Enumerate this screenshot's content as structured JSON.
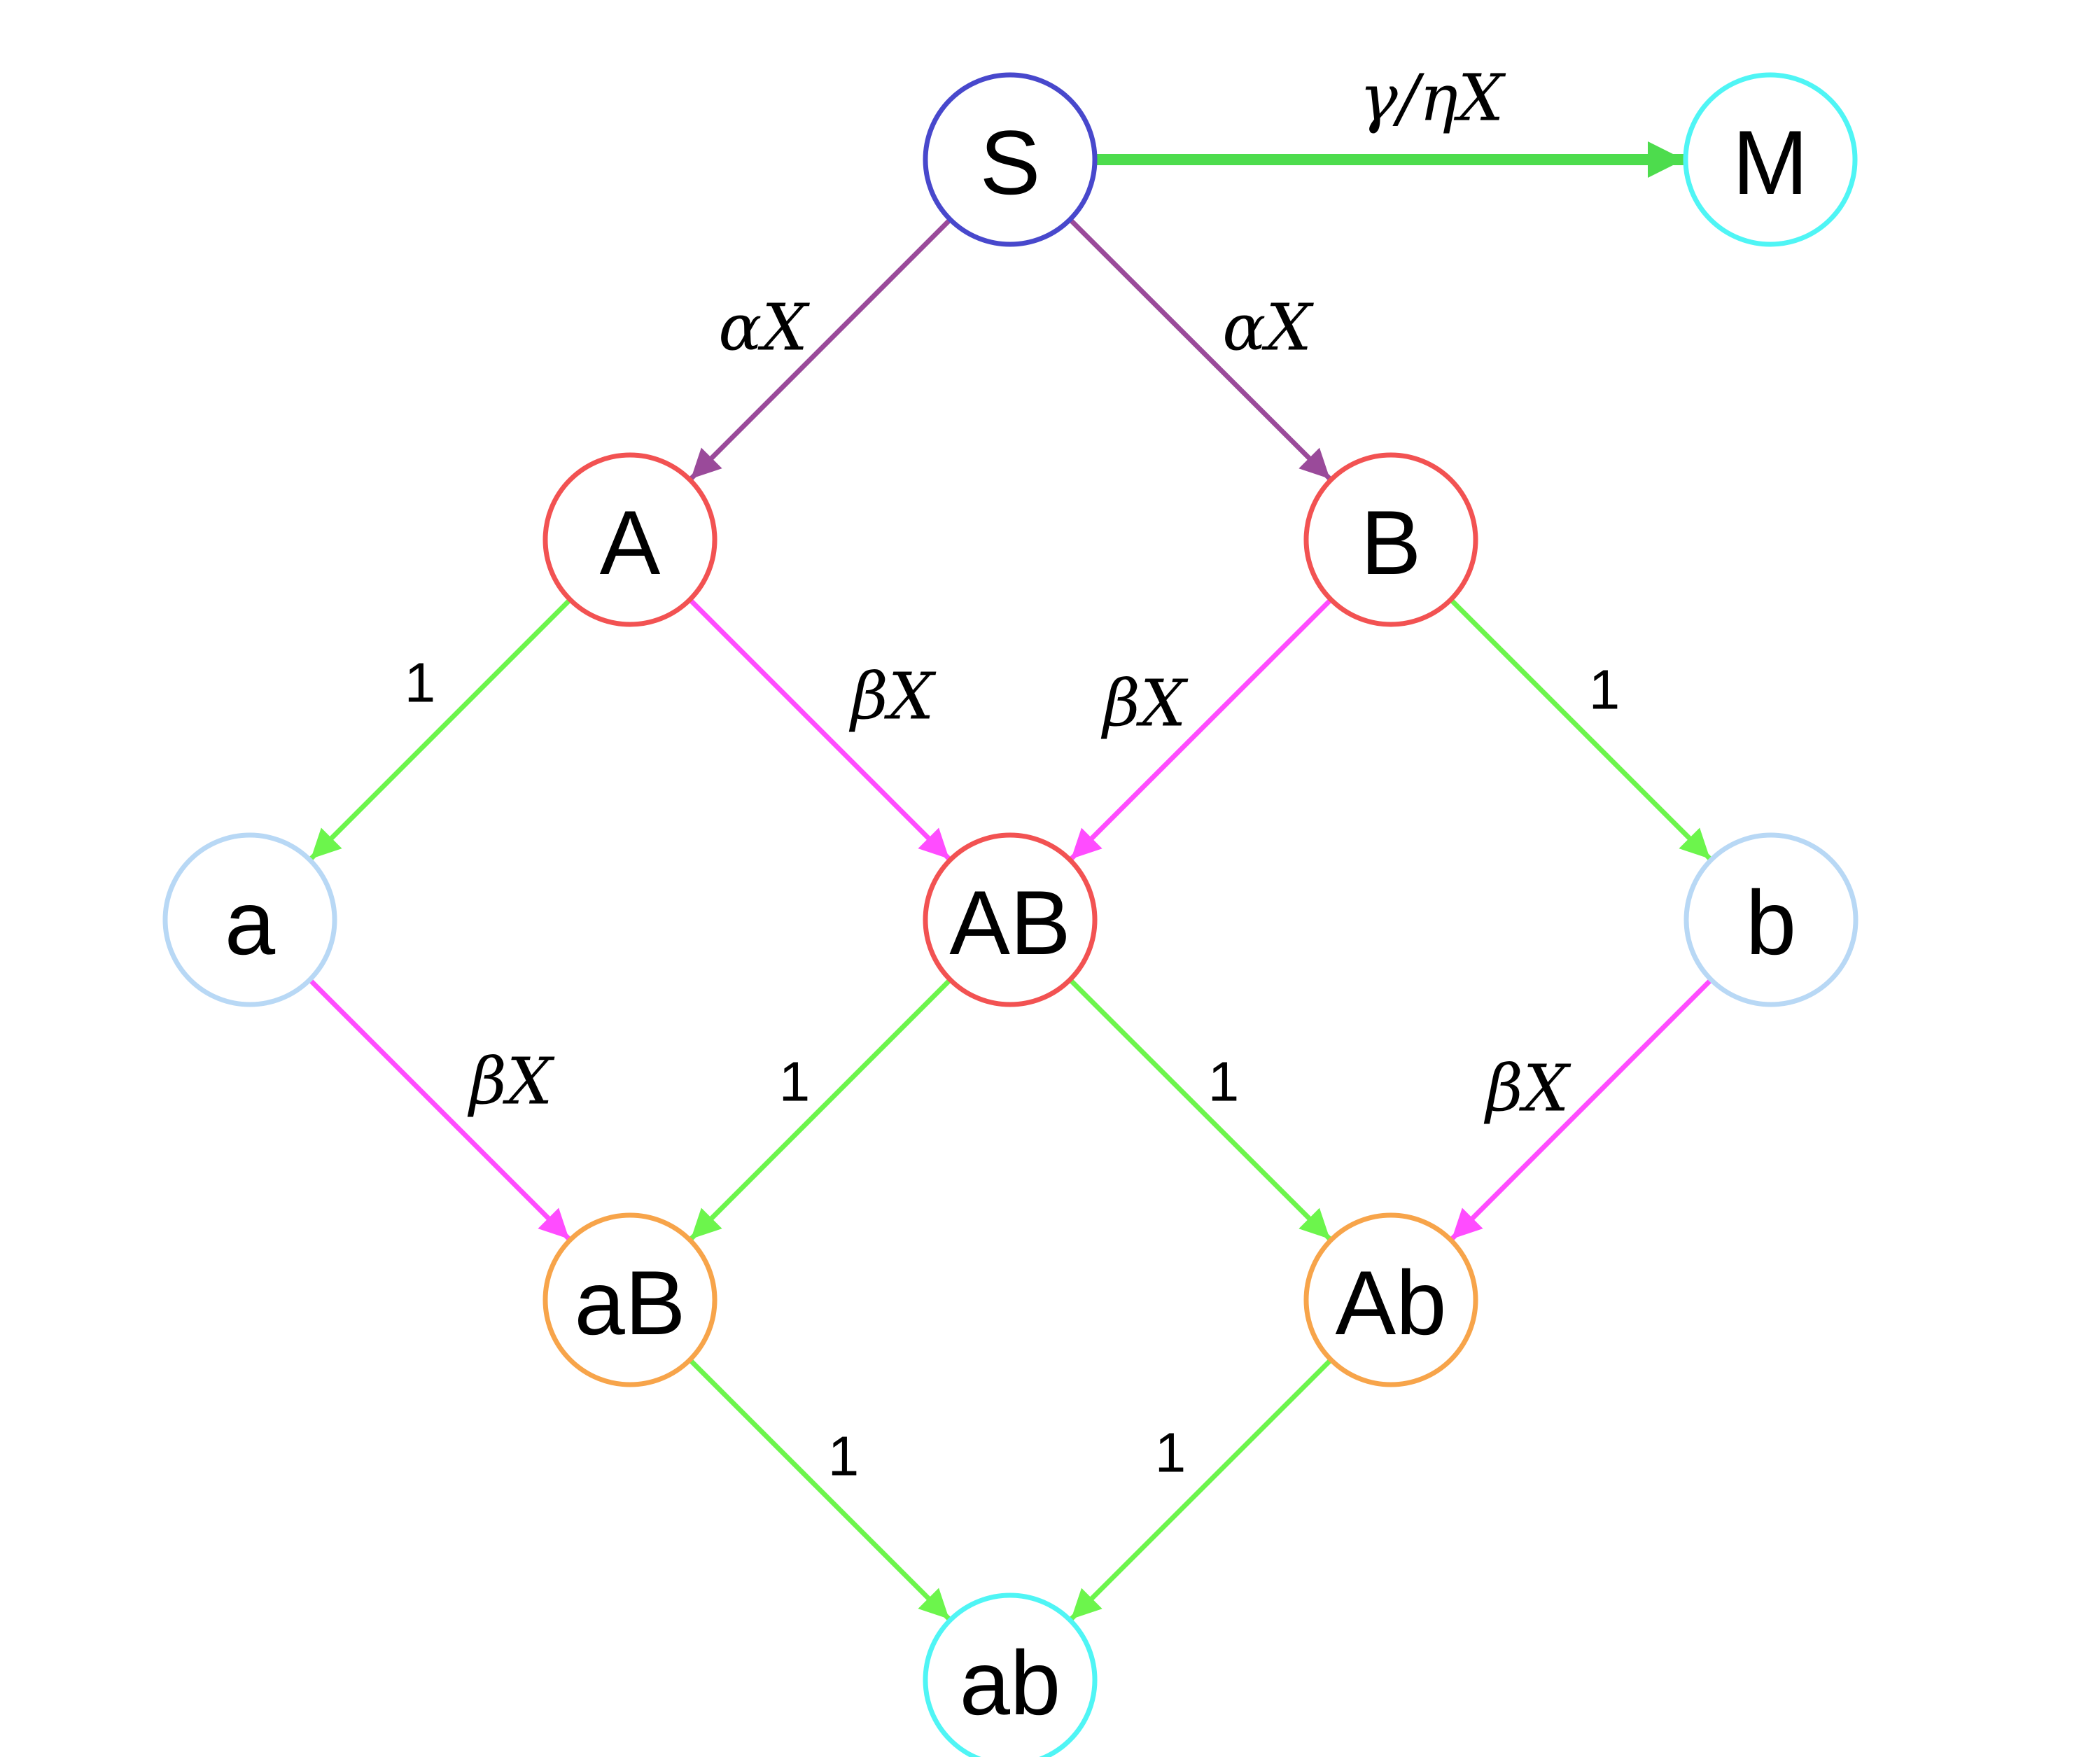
{
  "colors": {
    "source_node": "#4848cc",
    "intermediate_node": "#f25252",
    "single_node": "#b8d8f5",
    "double_node": "#f7a44a",
    "terminal_node": "#4ff5f5",
    "edge_alpha": "#9a4a9a",
    "edge_beta": "#ff4cff",
    "edge_unit": "#6cf54c",
    "edge_gamma": "#4ddc4d"
  },
  "nodes": [
    {
      "id": "S",
      "label": "S",
      "color_key": "source_node"
    },
    {
      "id": "M",
      "label": "M",
      "color_key": "terminal_node"
    },
    {
      "id": "A",
      "label": "A",
      "color_key": "intermediate_node"
    },
    {
      "id": "B",
      "label": "B",
      "color_key": "intermediate_node"
    },
    {
      "id": "a",
      "label": "a",
      "color_key": "single_node"
    },
    {
      "id": "AB",
      "label": "AB",
      "color_key": "intermediate_node"
    },
    {
      "id": "b",
      "label": "b",
      "color_key": "single_node"
    },
    {
      "id": "aB",
      "label": "aB",
      "color_key": "double_node"
    },
    {
      "id": "Ab",
      "label": "Ab",
      "color_key": "double_node"
    },
    {
      "id": "ab",
      "label": "ab",
      "color_key": "terminal_node"
    }
  ],
  "edges": [
    {
      "from": "S",
      "to": "M",
      "label": "γ/ηX",
      "color_key": "edge_gamma",
      "kind": "thick"
    },
    {
      "from": "S",
      "to": "A",
      "label": "αX",
      "color_key": "edge_alpha",
      "kind": "normal"
    },
    {
      "from": "S",
      "to": "B",
      "label": "αX",
      "color_key": "edge_alpha",
      "kind": "normal"
    },
    {
      "from": "A",
      "to": "a",
      "label": "1",
      "color_key": "edge_unit",
      "kind": "normal"
    },
    {
      "from": "A",
      "to": "AB",
      "label": "βX",
      "color_key": "edge_beta",
      "kind": "normal"
    },
    {
      "from": "B",
      "to": "AB",
      "label": "βX",
      "color_key": "edge_beta",
      "kind": "normal"
    },
    {
      "from": "B",
      "to": "b",
      "label": "1",
      "color_key": "edge_unit",
      "kind": "normal"
    },
    {
      "from": "a",
      "to": "aB",
      "label": "βX",
      "color_key": "edge_beta",
      "kind": "normal"
    },
    {
      "from": "AB",
      "to": "aB",
      "label": "1",
      "color_key": "edge_unit",
      "kind": "normal"
    },
    {
      "from": "AB",
      "to": "Ab",
      "label": "1",
      "color_key": "edge_unit",
      "kind": "normal"
    },
    {
      "from": "b",
      "to": "Ab",
      "label": "βX",
      "color_key": "edge_beta",
      "kind": "normal"
    },
    {
      "from": "aB",
      "to": "ab",
      "label": "1",
      "color_key": "edge_unit",
      "kind": "normal"
    },
    {
      "from": "Ab",
      "to": "ab",
      "label": "1",
      "color_key": "edge_unit",
      "kind": "normal"
    }
  ]
}
